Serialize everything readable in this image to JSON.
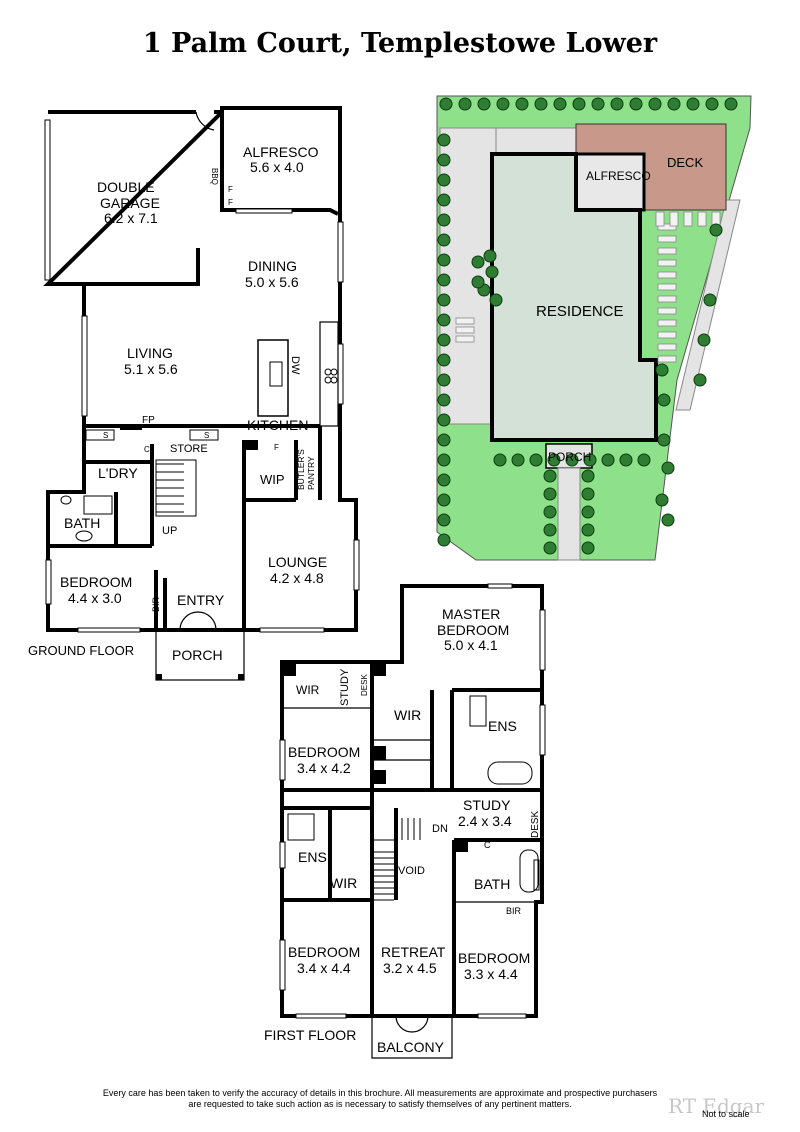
{
  "title": "1 Palm Court, Templestowe Lower",
  "ground_floor": {
    "label": "GROUND FLOOR",
    "rooms": {
      "garage_name": "DOUBLE GARAGE",
      "garage_line1": "DOUBLE",
      "garage_line2": "GARAGE",
      "garage_size": "6.2 x 7.1",
      "alfresco_name": "ALFRESCO",
      "alfresco_size": "5.6 x 4.0",
      "dining_name": "DINING",
      "dining_size": "5.0 x 5.6",
      "living_name": "LIVING",
      "living_size": "5.1 x 5.6",
      "kitchen_name": "KITCHEN",
      "laundry_name": "L'DRY",
      "bath_name": "BATH",
      "bedroom_name": "BEDROOM",
      "bedroom_size": "4.4 x 3.0",
      "entry_name": "ENTRY",
      "lounge_name": "LOUNGE",
      "lounge_size": "4.2 x 4.8",
      "porch_name": "PORCH",
      "wip_name": "WIP",
      "store_name": "STORE",
      "butlers_line1": "BUTLER'S",
      "butlers_line2": "PANTRY"
    },
    "fixtures": {
      "bbq": "BBQ",
      "fridge": "F",
      "fp": "FP",
      "shelf": "S",
      "cupboard": "C",
      "dishwasher": "DW",
      "bir": "BIR",
      "up": "UP"
    }
  },
  "first_floor": {
    "label": "FIRST FLOOR",
    "rooms": {
      "master_line1": "MASTER",
      "master_line2": "BEDROOM",
      "master_size": "5.0 x 4.1",
      "wir": "WIR",
      "study_name": "STUDY",
      "desk": "DESK",
      "ens": "ENS",
      "bedroom_name": "BEDROOM",
      "bed2_size": "3.4 x 4.2",
      "bed3_size": "3.4 x 4.4",
      "bed4_size": "3.3 x 4.4",
      "study2_size": "2.4 x 3.4",
      "retreat_name": "RETREAT",
      "retreat_size": "3.2 x 4.5",
      "bath_name": "BATH",
      "void": "VOID",
      "dn": "DN",
      "bir": "BIR",
      "cupboard": "C",
      "balcony": "BALCONY"
    }
  },
  "site": {
    "deck": "DECK",
    "alfresco": "ALFRESCO",
    "residence": "RESIDENCE",
    "porch": "PORCH"
  },
  "colors": {
    "lawn": "#8fe08a",
    "paving": "#e4e4e4",
    "residence": "#d3e1d6",
    "deck": "#c8998a",
    "tree": "#2e7d32"
  },
  "disclaimer": {
    "line1": "Every care has been taken to verify the accuracy of details in this brochure.  All measurements are approximate and prospective purchasers",
    "line2": "are requested to take such action as is necessary to satisfy themselves of any pertinent matters."
  },
  "not_to_scale": "Not to scale",
  "logo": "RT Edgar"
}
